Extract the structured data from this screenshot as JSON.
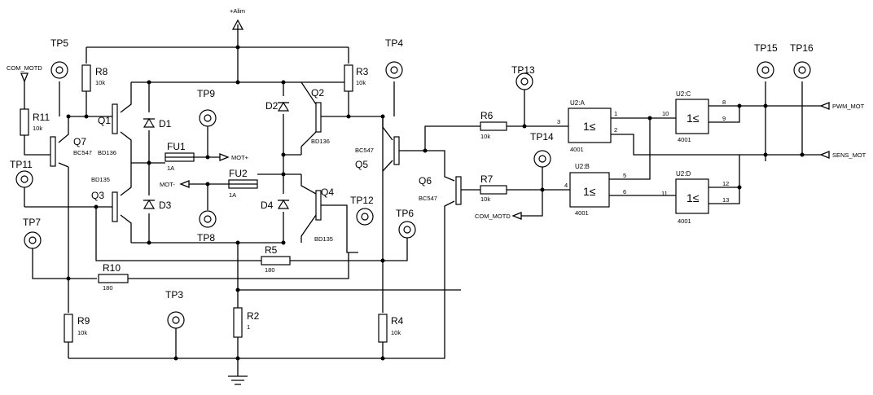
{
  "labels": {
    "supply": "+Alim",
    "com_motd_left": "COM_MOTD",
    "com_motd_right": "COM_MOTD",
    "mot_plus": "MOT+",
    "mot_minus": "MOT-",
    "pwm_mot": "PWM_MOT",
    "sens_mot": "SENS_MOT"
  },
  "test_points": {
    "tp3": "TP3",
    "tp4": "TP4",
    "tp5": "TP5",
    "tp6": "TP6",
    "tp7": "TP7",
    "tp8": "TP8",
    "tp9": "TP9",
    "tp11": "TP11",
    "tp12": "TP12",
    "tp13": "TP13",
    "tp14": "TP14",
    "tp15": "TP15",
    "tp16": "TP16"
  },
  "resistors": {
    "r2": {
      "name": "R2",
      "value": "1"
    },
    "r3": {
      "name": "R3",
      "value": "10k"
    },
    "r4": {
      "name": "R4",
      "value": "10k"
    },
    "r5": {
      "name": "R5",
      "value": "180"
    },
    "r6": {
      "name": "R6",
      "value": "10k"
    },
    "r7": {
      "name": "R7",
      "value": "10k"
    },
    "r8": {
      "name": "R8",
      "value": "10k"
    },
    "r9": {
      "name": "R9",
      "value": "10k"
    },
    "r10": {
      "name": "R10",
      "value": "180"
    },
    "r11": {
      "name": "R11",
      "value": "10k"
    }
  },
  "fuses": {
    "fu1": {
      "name": "FU1",
      "value": "1A"
    },
    "fu2": {
      "name": "FU2",
      "value": "1A"
    }
  },
  "diodes": {
    "d1": "D1",
    "d2": "D2",
    "d3": "D3",
    "d4": "D4"
  },
  "transistors": {
    "q1": {
      "name": "Q1",
      "part": "BD136"
    },
    "q2": {
      "name": "Q2",
      "part": "BD136"
    },
    "q3": {
      "name": "Q3",
      "part": "BD135"
    },
    "q4": {
      "name": "Q4",
      "part": "BD135"
    },
    "q5": {
      "name": "Q5",
      "part": "BC547"
    },
    "q6": {
      "name": "Q6",
      "part": "BC547"
    },
    "q7": {
      "name": "Q7",
      "part": "BC547"
    }
  },
  "gates": {
    "a": {
      "name": "U2:A",
      "part": "4001",
      "symbol": "1≤",
      "pins": [
        "3",
        "1",
        "2"
      ]
    },
    "b": {
      "name": "U2:B",
      "part": "4001",
      "symbol": "1≤",
      "pins": [
        "4",
        "5",
        "6"
      ]
    },
    "c": {
      "name": "U2:C",
      "part": "4001",
      "symbol": "1≤",
      "pins": [
        "10",
        "8",
        "9"
      ]
    },
    "d": {
      "name": "U2:D",
      "part": "4001",
      "symbol": "1≤",
      "pins": [
        "11",
        "12",
        "13"
      ]
    }
  }
}
